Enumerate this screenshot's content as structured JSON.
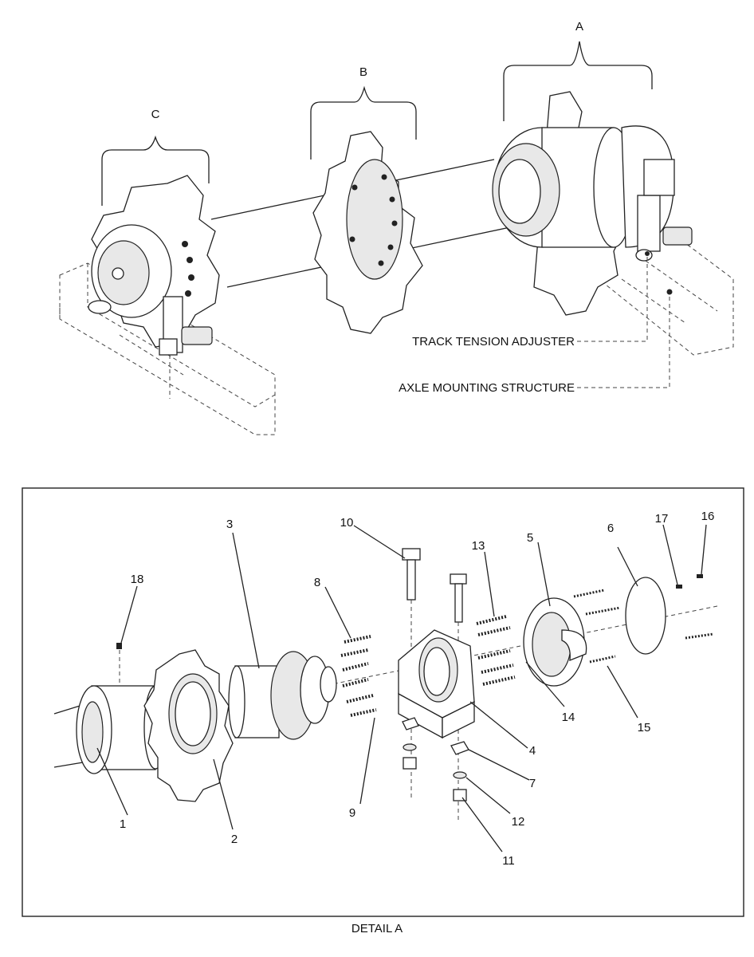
{
  "top_view": {
    "group_labels": {
      "a": "A",
      "b": "B",
      "c": "C"
    },
    "callouts": {
      "track_tension_adjuster": "TRACK TENSION ADJUSTER",
      "axle_mounting_structure": "AXLE MOUNTING STRUCTURE"
    }
  },
  "detail": {
    "caption": "DETAIL A",
    "part_numbers": [
      "1",
      "2",
      "3",
      "4",
      "5",
      "6",
      "7",
      "8",
      "9",
      "10",
      "11",
      "12",
      "13",
      "14",
      "15",
      "16",
      "17",
      "18"
    ]
  }
}
